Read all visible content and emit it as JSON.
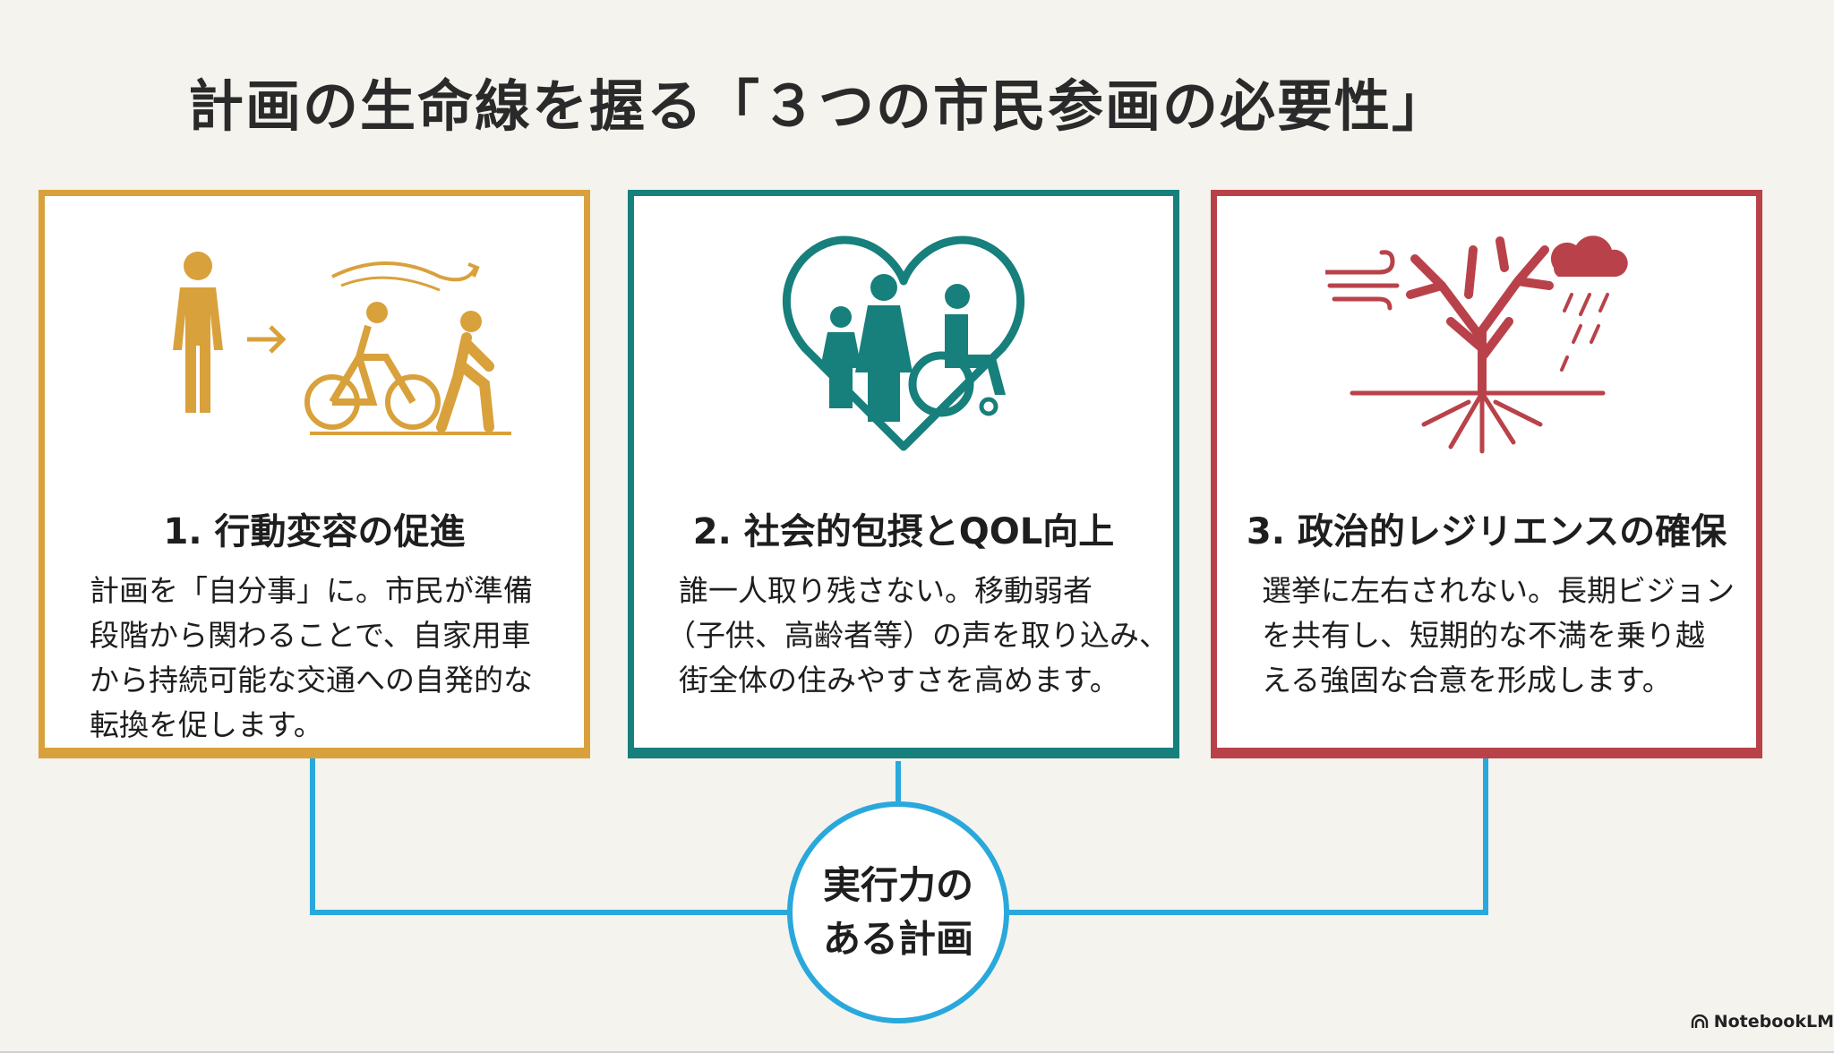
{
  "title": "計画の生命線を握る「３つの市民参画の必要性」",
  "cards": [
    {
      "heading": "1. 行動変容の促進",
      "icon": "person-to-bicycle-walk-icon",
      "color": "#d9a13b",
      "lines": [
        "計画を「自分事」に。市民が準備",
        "段階から関わることで、自家用車",
        "から持続可能な交通への自発的な",
        "転換を促します。"
      ]
    },
    {
      "heading": "2. 社会的包摂とQOL向上",
      "icon": "heart-family-wheelchair-icon",
      "color": "#177f7c",
      "lines": [
        "誰一人取り残さない。移動弱者",
        "（子供、高齢者等）の声を取り込み、",
        "街全体の住みやすさを高めます。"
      ]
    },
    {
      "heading": "3. 政治的レジリエンスの確保",
      "icon": "tree-storm-icon",
      "color": "#b9424a",
      "lines": [
        "選挙に左右されない。長期ビジョン",
        "を共有し、短期的な不満を乗り越",
        "える強固な合意を形成します。"
      ]
    }
  ],
  "hub": {
    "line1": "実行力の",
    "line2": "ある計画",
    "color": "#29a8dc"
  },
  "brand": "NotebookLM"
}
